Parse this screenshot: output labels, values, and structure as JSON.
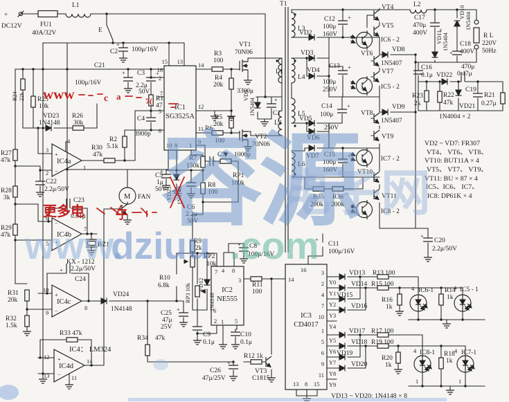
{
  "sym": {
    "plus": "+",
    "minus": "−"
  },
  "watermark": {
    "red_www": "www",
    "red_c": "c",
    "red_a": "a",
    "red_7": "7(",
    "red_more": "更多电",
    "red_zi": "子",
    "big_left": "容源",
    "big_right": "电子网",
    "url_w": "www.",
    "url_d": "dziuu",
    "url_c": ".com"
  },
  "pw": {
    "plus": "+",
    "dc": "DC12V",
    "fu": "FU1",
    "fuv": "40A/32V",
    "l1": "L1",
    "sw": "E"
  },
  "notes": {
    "n1": "VD2 ~ VD7:  FR307",
    "n2": "VT4、 VT6、 VT8、",
    "n3": "VT10:  BUT11A × 4",
    "n4": "VT5、 VT7、 VT9、",
    "n5": "VT11:  BU × 87 × 4",
    "n6": "IC5、IC6、 IC7、",
    "n7": "IC8:  DP61K × 4",
    "vd": "VD13 ~ VD20:  1N4148 × 8"
  },
  "ic1": {
    "ref": "IC1",
    "part": "SG3525A",
    "p15": "15",
    "p13": "13",
    "p16": "16",
    "p2": "2",
    "p7": "7",
    "p5": "5",
    "p6": "6",
    "p10": "10",
    "p8": "8",
    "p1": "1",
    "p14": "14",
    "p12": "12",
    "p11": "11",
    "p9": "9"
  },
  "ic2": {
    "ref": "IC2",
    "part": "NE555",
    "p7": "7",
    "p4": "4",
    "p8": "8",
    "p3": "3",
    "p6": "6",
    "p2": "2",
    "p1": "1",
    "p5": "5"
  },
  "ic3": {
    "ref": "IC3",
    "part": "CD4017",
    "p16": "16",
    "p14": "14",
    "p3": "3",
    "p2": "2",
    "p4": "4",
    "p7": "7",
    "p10": "10",
    "p1": "1",
    "p5": "5",
    "p6": "6",
    "p9": "9",
    "p11": "11",
    "p13": "13",
    "p8": "8",
    "p15": "15",
    "y0": "Y0",
    "y1": "Y1",
    "y2": "Y2",
    "y3": "Y3",
    "y4": "Y4",
    "y5": "Y5",
    "y6": "Y6",
    "y7": "Y7",
    "y8": "Y8",
    "y9": "Y9"
  },
  "ic4": {
    "note": "IC4： LM324",
    "a": "IC4a",
    "b": "IC4b",
    "c": "IC4c",
    "d": "IC4d",
    "a3": "3",
    "a2": "2",
    "a4": "4",
    "a1": "1",
    "b6": "6",
    "b5": "5",
    "b7": "7",
    "c10": "10",
    "c9": "9",
    "c8": "8",
    "d12": "12",
    "d13": "13",
    "d14": "14",
    "d11": "11"
  },
  "c": {
    "c2": {
      "r": "C2",
      "v": "100μ/16V"
    },
    "c21": {
      "r": "C21",
      "v": "100μ/16V"
    },
    "c3": {
      "r": "C3",
      "v": "2.2μ",
      "v2": "50V"
    },
    "r1": {
      "r": "R1",
      "v": "47"
    },
    "c4": {
      "r": "C4",
      "v": "3900p"
    },
    "r2": {
      "r": "R2",
      "v": "5.1k"
    },
    "r24": {
      "r": "R24",
      "v": "22k"
    },
    "r25": {
      "r": "R25",
      "v": "10k"
    },
    "vd23": {
      "r": "VD23",
      "v": "1N4148"
    },
    "r26": {
      "r": "R26",
      "v": "30k"
    },
    "r27": {
      "r": "R27",
      "v": "47k"
    },
    "r28": {
      "r": "R28",
      "v": "3k"
    },
    "r29": {
      "r": "R29",
      "v": "47k"
    },
    "r30": {
      "r": "R30",
      "v": "47k"
    },
    "c22": {
      "r": "C22",
      "v": "2.2μ/50V"
    },
    "c23": {
      "r": "C23",
      "v": "0.01μ"
    },
    "bz1": {
      "r": "BZ1",
      "v": "KX - 1212"
    },
    "c24": {
      "r": "C24",
      "v": "2.2μ/50V"
    },
    "r31": {
      "r": "R31",
      "v": "20k"
    },
    "r32": {
      "r": "R32",
      "v": "1.5k"
    },
    "r33": {
      "r": "R33 47k"
    },
    "vd24": {
      "r": "VD24",
      "v": "1N4148"
    },
    "r34": {
      "r": "R34",
      "v": "47k"
    },
    "fan": {
      "r": "M",
      "v": "FAN"
    },
    "c5": {
      "r": "C5",
      "v": "1μ",
      "v2": "50V"
    },
    "vd25": {
      "r": "VD25",
      "v": "1N4148"
    },
    "c6": {
      "r": "C6",
      "v": "2.2μ",
      "v2": "50V"
    },
    "r7": {
      "r": "R7",
      "v": "150k"
    },
    "c7": {
      "r": "C7",
      "v": "1000p"
    },
    "rp1": {
      "r": "RP1",
      "v": "100k"
    },
    "r8": {
      "r": "R8",
      "v": "100"
    },
    "r3": {
      "r": "R3",
      "v": "100"
    },
    "r4": {
      "r": "R4",
      "v": "20k"
    },
    "r5": {
      "r": "R5",
      "v": "20k"
    },
    "r6": {
      "r": "R6",
      "v": "100"
    },
    "vt1": {
      "r": "VT1",
      "v": "70N06"
    },
    "vt2": {
      "r": "VT2",
      "v": "70N06"
    },
    "l1p": {
      "r": "L1"
    },
    "l2p": {
      "r": "L2"
    },
    "c1": {
      "r": "C1",
      "v": "3300μ"
    },
    "vd1": {
      "r": "VD1",
      "v": "1N5404"
    },
    "t1": {
      "r": "T1"
    },
    "l3": {
      "r": "L3"
    },
    "l4": {
      "r": "L4"
    },
    "l5": {
      "r": "L5"
    },
    "l6": {
      "r": "L6"
    },
    "vd2": {
      "r": "VD2"
    },
    "vd3": {
      "r": "VD3"
    },
    "vd4": {
      "r": "VD4"
    },
    "vd5": {
      "r": "VD5"
    },
    "vd6": {
      "r": "VD6"
    },
    "vd7": {
      "r": "VD7"
    },
    "c12": {
      "r": "C12",
      "v": "100μ",
      "v2": "160V"
    },
    "c13": {
      "r": "C13",
      "v": "100μ",
      "v2": "250V"
    },
    "c14": {
      "r": "C14",
      "v": "100μ",
      "v2": "250V"
    },
    "c15": {
      "r": "C15",
      "v": "100μ",
      "v2": "160V"
    },
    "vt4": {
      "r": "VT4"
    },
    "vt5": {
      "r": "VT5"
    },
    "vt6": {
      "r": "VT6"
    },
    "vt7": {
      "r": "VT7"
    },
    "vt8": {
      "r": "VT8"
    },
    "vt9": {
      "r": "VT9"
    },
    "vt10": {
      "r": "VT10"
    },
    "vt11": {
      "r": "VT11"
    },
    "ic62": {
      "r": "IC6 - 2"
    },
    "ic52": {
      "r": "IC5 - 2"
    },
    "ic72": {
      "r": "IC7 - 2"
    },
    "ic82": {
      "r": "IC8 - 2"
    },
    "vd8": {
      "r": "VD8",
      "v": "1N5407"
    },
    "vd9": {
      "r": "VD9",
      "v": "1N5407"
    },
    "r35": {
      "r": "R35",
      "v": "200k"
    },
    "r36": {
      "r": "R36",
      "v": "200k"
    },
    "l2c": {
      "r": "L2"
    },
    "c17": {
      "r": "C17",
      "v": "470μ",
      "v2": "400V"
    },
    "vd10": {
      "r": "VD10",
      "v": "1N5404"
    },
    "vd11": {
      "r": "VD11",
      "v": "1N5404"
    },
    "c18": {
      "r": "C18",
      "v": "400V",
      "v2": "470μ"
    },
    "c16": {
      "r": "C16",
      "v": "0.1μ"
    },
    "rl": {
      "r": "R L",
      "v": "220V",
      "v2": "50Hz"
    },
    "vd22": {
      "r": "VD22"
    },
    "c047": {
      "v": "0.47μ"
    },
    "c19": {
      "r": "C19"
    },
    "r23": {
      "r": "R23",
      "v": "2k"
    },
    "r22": {
      "r": "R22",
      "v": "47k"
    },
    "vd21": {
      "r": "VD21",
      "v": "1N4004 × 2"
    },
    "r21": {
      "r": "R21",
      "v": "0.27μ"
    },
    "c20": {
      "r": "C20",
      "v": "2.2μ/50V"
    },
    "r9": {
      "r": "R9",
      "v": "2k"
    },
    "rp2": {
      "r": "RP2",
      "v": "10k"
    },
    "c8": {
      "r": "C8",
      "v": "100μ/16V"
    },
    "r10": {
      "r": "R10",
      "v": "6.8k"
    },
    "c25": {
      "r": "C25",
      "v": "47μ",
      "v2": "25V"
    },
    "rp3": {
      "r": "RP3 10k"
    },
    "vd12": {
      "r": "VD12",
      "v": "1N4148"
    },
    "c9": {
      "r": "C9",
      "v": "0.1μ"
    },
    "c10": {
      "r": "C10",
      "v": "0.1μ"
    },
    "r11": {
      "r": "R11",
      "v": "100"
    },
    "r12": {
      "r": "R12 1k"
    },
    "vt3": {
      "r": "VT3",
      "v": "C1815"
    },
    "c26": {
      "r": "C26",
      "v": "47μ/25V"
    },
    "c11": {
      "r": "C11",
      "v": "100μ/16V"
    },
    "vd13": {
      "r": "VD13"
    },
    "vd14": {
      "r": "VD14"
    },
    "vd15": {
      "r": "VD15"
    },
    "vd16": {
      "r": "VD16"
    },
    "vd17": {
      "r": "VD17"
    },
    "vd18": {
      "r": "VD18"
    },
    "vd19": {
      "r": "VD19"
    },
    "vd20": {
      "r": "VD20"
    },
    "r13": {
      "r": "R13 100"
    },
    "r15": {
      "r": "R15 100"
    },
    "r17": {
      "r": "R17 100"
    },
    "r19": {
      "r": "R19 100"
    },
    "r16": {
      "r": "R16",
      "v": "1k"
    },
    "r20": {
      "r": "R20",
      "v": "1k"
    },
    "r14": {
      "r": "R14",
      "v": "1k"
    },
    "r18": {
      "r": "R18",
      "v": "1k"
    },
    "ic61": {
      "r": "IC6-1",
      "p": "4"
    },
    "ic51": {
      "r": "IC5 - 1",
      "p": "4"
    },
    "ic81": {
      "r": "IC8-1",
      "p": "4",
      "p1": "1"
    },
    "ic71": {
      "r": "IC7-1",
      "p": "4",
      "p1": "1"
    }
  }
}
